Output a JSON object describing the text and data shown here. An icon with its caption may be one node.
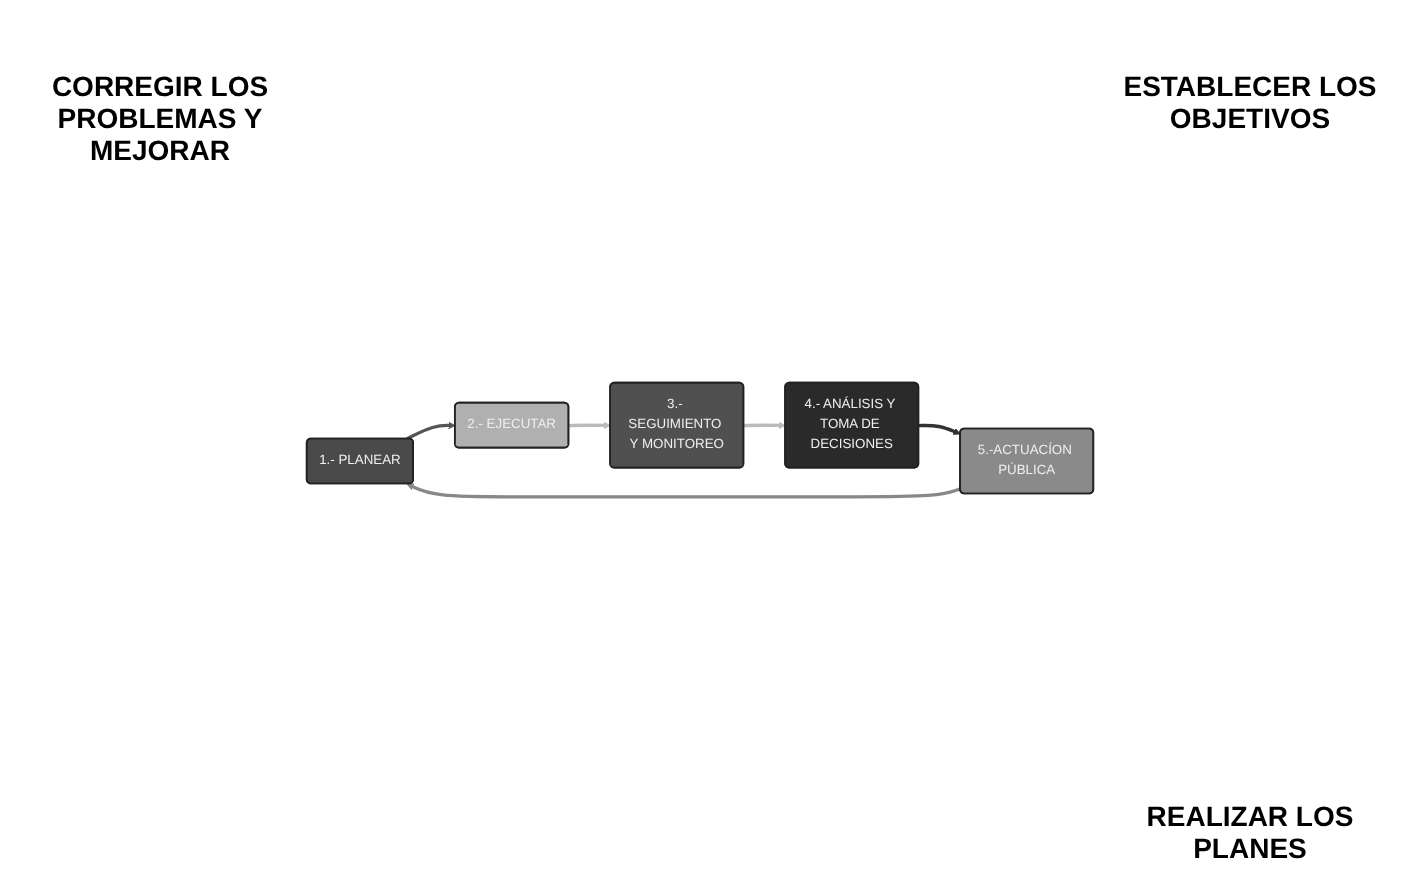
{
  "diagram": {
    "nodes": [
      {
        "text": [
          "1.- PLANEAR"
        ]
      },
      {
        "text": [
          "2.- EJECUTAR"
        ]
      },
      {
        "text": [
          "3.- SEGUIMIENTO Y MONITOREO"
        ]
      },
      {
        "text": [
          "4.- ANÁLISIS Y TOMA DE DECISIONES"
        ]
      },
      {
        "text": [
          "5.-ACTUACÍON PÚBLICA"
        ]
      }
    ],
    "edges": [
      {
        "from": 0,
        "to": 1,
        "arrow": "to",
        "color": "#555555"
      },
      {
        "from": 1,
        "to": 2,
        "arrow": "to",
        "color": "#bbbbbb"
      },
      {
        "from": 2,
        "to": 3,
        "arrow": "to",
        "color": "#bbbbbb"
      },
      {
        "from": 3,
        "to": 4,
        "arrow": "to",
        "color": "#333333"
      },
      {
        "from": 4,
        "to": 0,
        "arrow": "to",
        "color": "#888888"
      }
    ],
    "labels": [
      "CORREGIR LOS PROBLEMAS Y MEJORAR",
      "ESTABLECER LOS OBJETIVOS",
      "REALIZAR LOS PLANES"
    ]
  }
}
